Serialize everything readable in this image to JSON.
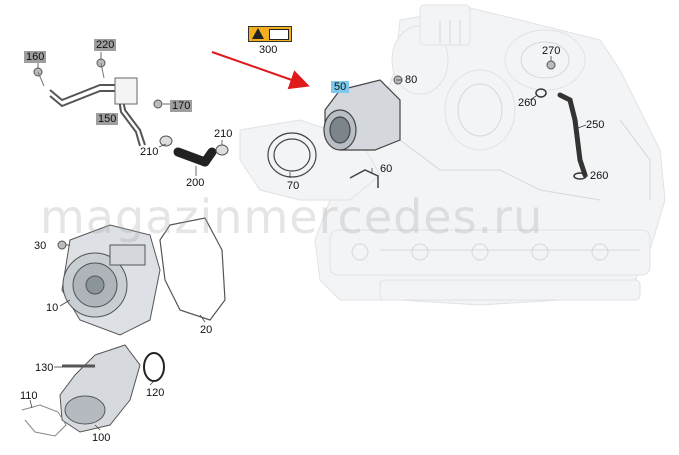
{
  "watermark": "magazinmercedes.ru",
  "colors": {
    "arrow": "#e0191b",
    "grey_label": "#9e9e9e",
    "blue_label": "#7ec8ee",
    "warning": "#f2b01e"
  },
  "icons": {
    "warning": "warning-torque-icon"
  },
  "labels": {
    "p160": "160",
    "p220": "220",
    "p150": "150",
    "p170": "170",
    "p210a": "210",
    "p210b": "210",
    "p200": "200",
    "p300": "300",
    "p50": "50",
    "p80": "80",
    "p270": "270",
    "p260a": "260",
    "p250": "250",
    "p260b": "260",
    "p70": "70",
    "p60": "60",
    "p30": "30",
    "p10": "10",
    "p20": "20",
    "p130": "130",
    "p120": "120",
    "p110": "110",
    "p100": "100"
  }
}
